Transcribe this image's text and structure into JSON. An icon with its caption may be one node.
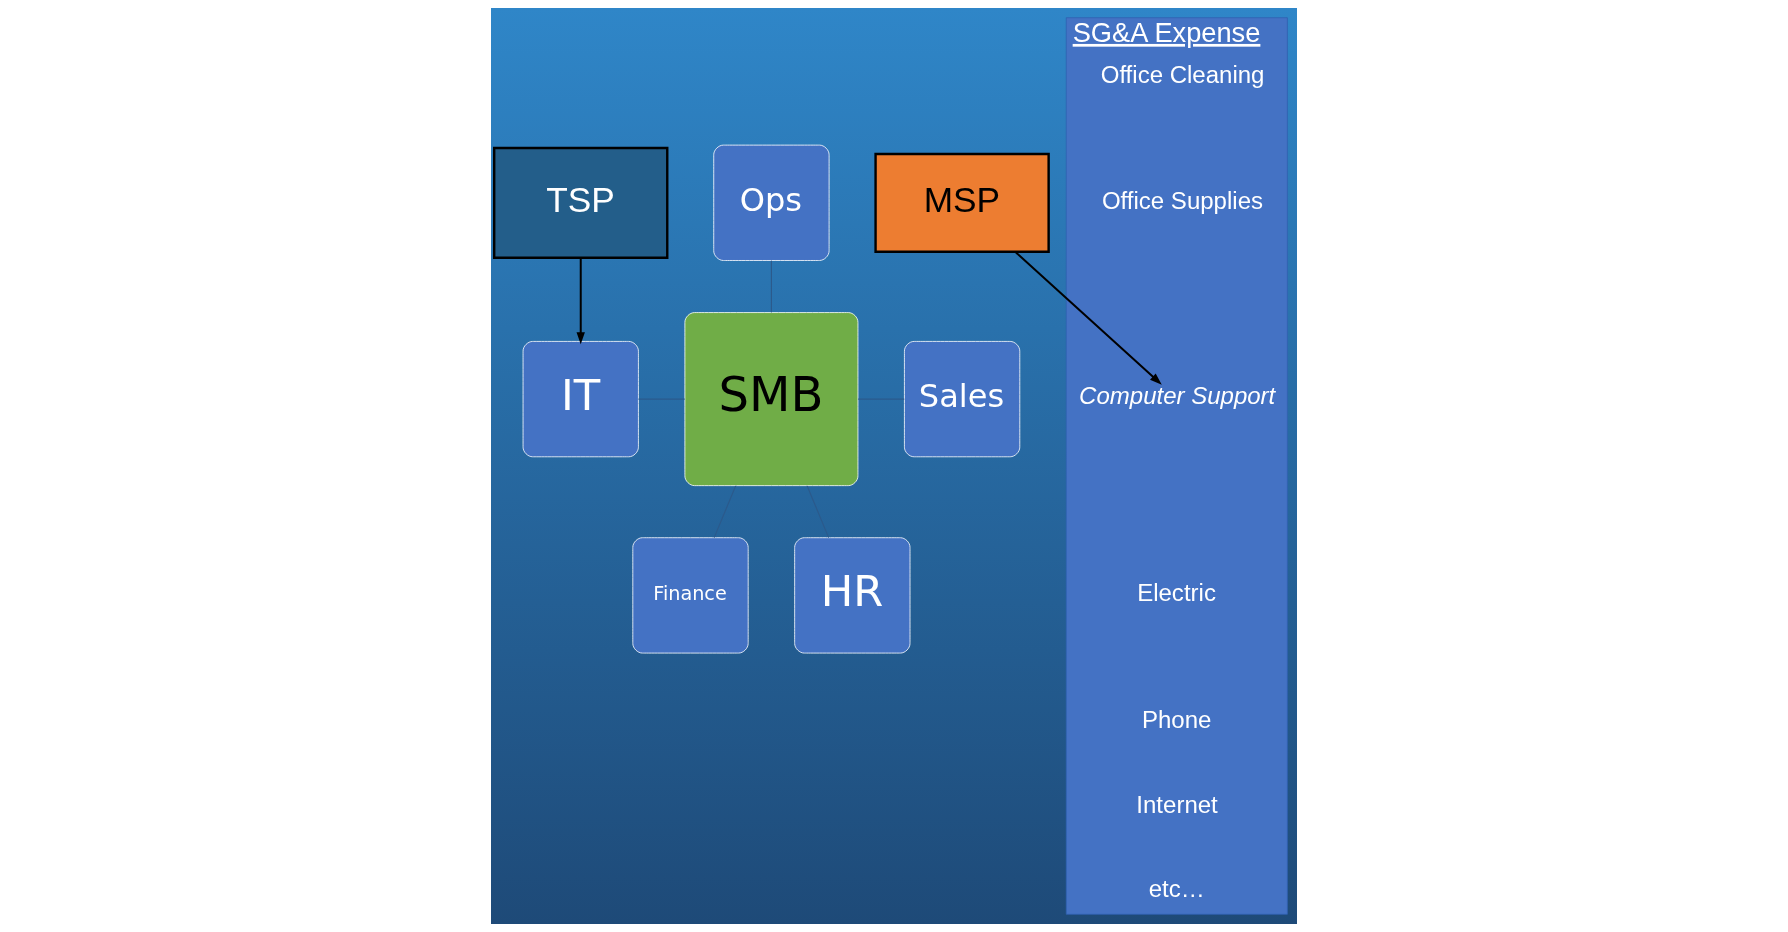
{
  "diagram": {
    "nodes": [
      {
        "text": [
          "TSP"
        ]
      },
      {
        "text": [
          "MSP"
        ]
      },
      {
        "text": [
          "Ops"
        ]
      },
      {
        "text": [
          "IT"
        ]
      },
      {
        "text": [
          "SMB"
        ]
      },
      {
        "text": [
          "Sales"
        ]
      },
      {
        "text": [
          "Finance"
        ]
      },
      {
        "text": [
          "HR"
        ]
      },
      {
        "text": [
          "SG&A Expense"
        ]
      },
      {
        "text": [
          "Computer Support"
        ],
        "in": 8
      }
    ],
    "edges": [
      {
        "from": 0,
        "to": 3,
        "arrow": "to",
        "color": "#000000"
      },
      {
        "from": 1,
        "to": 9,
        "arrow": "to",
        "color": "#000000"
      },
      {
        "from": 2,
        "to": 4,
        "arrow": "none"
      },
      {
        "from": 3,
        "to": 4,
        "arrow": "none"
      },
      {
        "from": 4,
        "to": 5,
        "arrow": "none"
      },
      {
        "from": 4,
        "to": 6,
        "arrow": "none"
      },
      {
        "from": 4,
        "to": 7,
        "arrow": "none"
      }
    ],
    "labels": [
      "Office Cleaning",
      "Office Supplies",
      "Electric",
      "Phone",
      "Internet",
      "etc…"
    ]
  }
}
